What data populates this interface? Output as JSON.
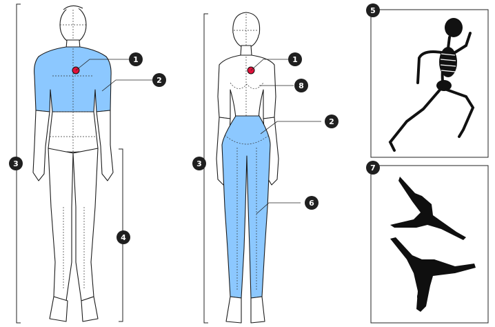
{
  "colors": {
    "highlight": "#8cc8ff",
    "marker": "#e0113a",
    "callout": "#1f1f1f",
    "line": "#1a1a1a"
  },
  "callouts": {
    "male": [
      "1",
      "2",
      "3",
      "4"
    ],
    "female": [
      "1",
      "8",
      "2",
      "3",
      "6"
    ],
    "panels": [
      "5",
      "7"
    ]
  }
}
